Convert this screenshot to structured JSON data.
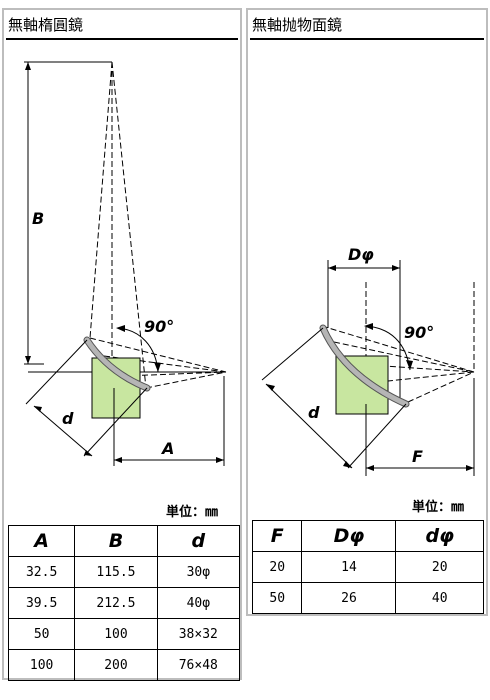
{
  "left": {
    "title": "無軸楕圓鏡",
    "labels": {
      "A": "A",
      "B": "B",
      "d": "d",
      "angle": "90°"
    },
    "unit": "単位：㎜",
    "table": {
      "headers": [
        "A",
        "B",
        "d"
      ],
      "rows": [
        [
          "32.5",
          "115.5",
          "30φ"
        ],
        [
          "39.5",
          "212.5",
          "40φ"
        ],
        [
          "50",
          "100",
          "38×32"
        ],
        [
          "100",
          "200",
          "76×48"
        ]
      ]
    }
  },
  "right": {
    "title": "無軸抛物面鏡",
    "labels": {
      "Dphi": "Dφ",
      "F": "F",
      "d": "d",
      "angle": "90°"
    },
    "unit": "単位：㎜",
    "table": {
      "headers": [
        "F",
        "Dφ",
        "dφ"
      ],
      "rows": [
        [
          "20",
          "14",
          "20"
        ],
        [
          "50",
          "26",
          "40"
        ]
      ]
    }
  },
  "colors": {
    "mirror": "#b5b5b5",
    "block": "#c8e6a0",
    "border": "#bdbdbd"
  }
}
